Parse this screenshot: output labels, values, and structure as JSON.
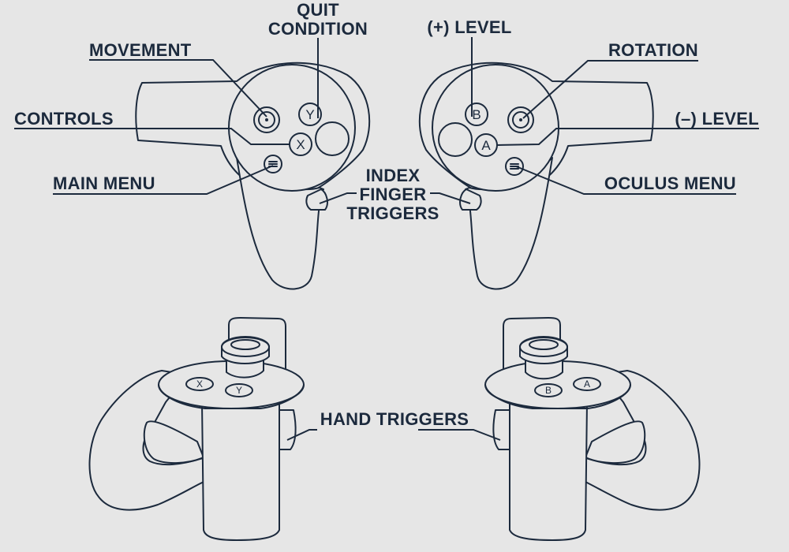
{
  "labels": {
    "quit_line1": "QUIT",
    "quit_line2": "CONDITION",
    "movement": "MOVEMENT",
    "controls": "CONTROLS",
    "main_menu": "MAIN MENU",
    "plus_level": "(+) LEVEL",
    "rotation": "ROTATION",
    "minus_level": "(–) LEVEL",
    "oculus_menu": "OCULUS MENU",
    "index_line1": "INDEX",
    "index_line2": "FINGER",
    "index_line3": "TRIGGERS",
    "hand_triggers": "HAND TRIGGERS"
  },
  "buttons": {
    "x": "X",
    "y": "Y",
    "a": "A",
    "b": "B"
  },
  "colors": {
    "background": "#e6e6e6",
    "ink": "#1c2a3d"
  }
}
